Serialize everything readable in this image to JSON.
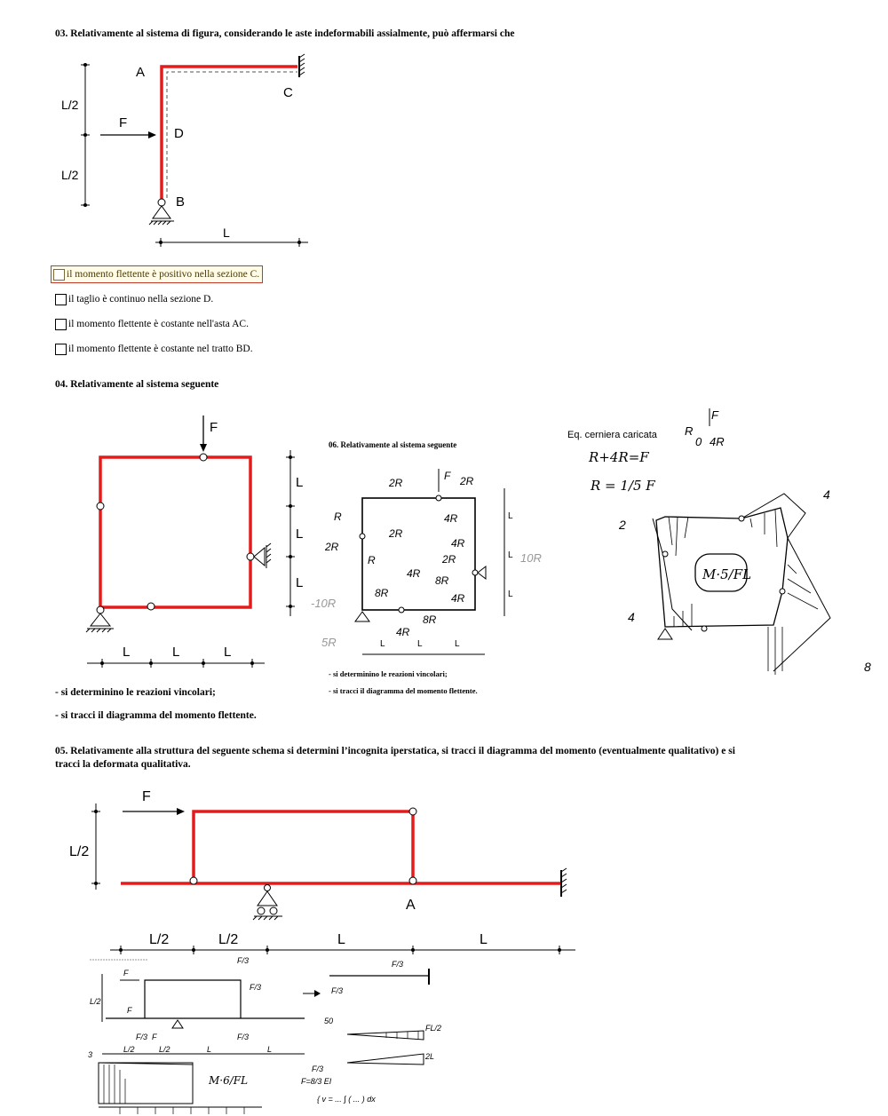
{
  "q03": {
    "title": "03.   Relativamente al sistema di figura, considerando le aste indeformabili assialmente, può affermarsi che",
    "labels": {
      "a": "A",
      "b": "B",
      "c": "C",
      "d": "D",
      "f": "F",
      "half1": "L/2",
      "half2": "L/2",
      "len": "L"
    },
    "options": [
      {
        "text": "il momento flettente è positivo nella sezione C.",
        "selected": true
      },
      {
        "text": "il taglio è continuo nella sezione D.",
        "selected": false
      },
      {
        "text": "il momento flettente è costante nell'asta AC.",
        "selected": false
      },
      {
        "text": "il momento flettente è costante nel tratto BD.",
        "selected": false
      }
    ]
  },
  "q04": {
    "title": "04.   Relativamente al sistema seguente",
    "labels": {
      "f": "F",
      "l": "L"
    },
    "scan_title": "06.  Relativamente al sistema seguente",
    "scan_tasks": [
      "- si determinino le reazioni vincolari;",
      "- si tracci il diagramma del momento flettente."
    ],
    "notes": {
      "eq": "Eq. cerniera caricata",
      "r1": "R+4R=F",
      "r2": "R = 1/5 F",
      "m": "M·5/FL"
    },
    "tasks": [
      "- si determinino le reazioni vincolari;",
      "- si tracci il diagramma del momento flettente."
    ]
  },
  "q05": {
    "title1": "05.   Relativamente alla struttura del seguente schema si determini l’incognita iperstatica, si tracci il diagramma del momento (eventualmente qualitativo) e si",
    "title2": "tracci la deformata qualitativa.",
    "labels": {
      "f": "F",
      "h": "L/2",
      "a": "A",
      "d1": "L/2",
      "d2": "L/2",
      "d3": "L",
      "d4": "L"
    },
    "notes": {
      "m": "M·6/FL"
    }
  },
  "colors": {
    "member": "#e31b1b",
    "ink": "#000000",
    "highlight_border": "#c0392b"
  }
}
